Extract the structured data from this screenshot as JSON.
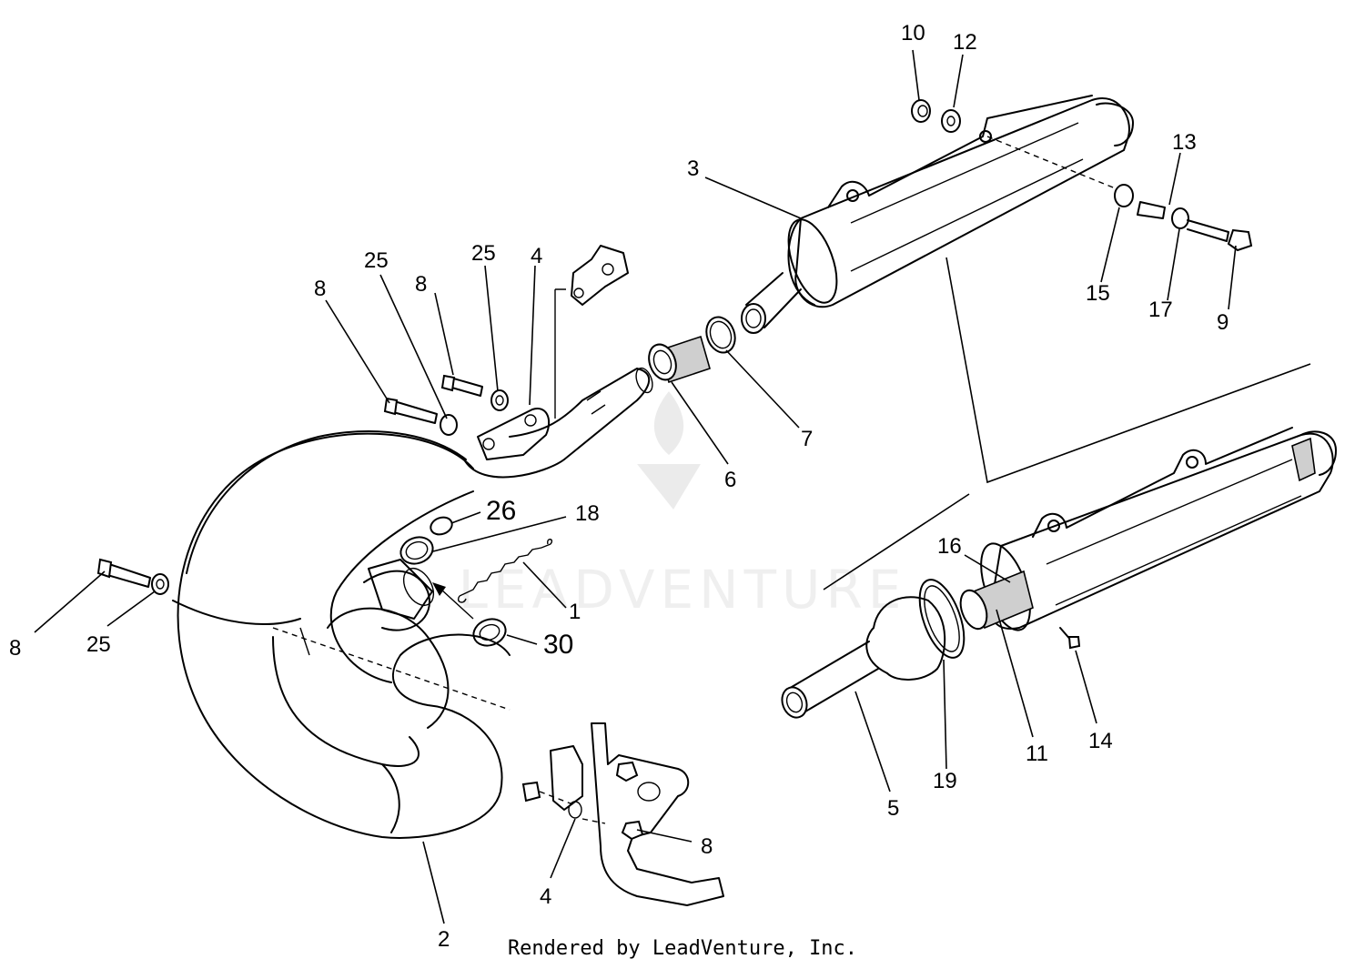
{
  "callouts": {
    "c10": "10",
    "c12": "12",
    "c3": "3",
    "c13": "13",
    "c15": "15",
    "c17": "17",
    "c9": "9",
    "c25a": "25",
    "c25b": "25",
    "c4a": "4",
    "c8a": "8",
    "c8b": "8",
    "c7": "7",
    "c6": "6",
    "c26": "26",
    "c18": "18",
    "c1": "1",
    "c30": "30",
    "c8c": "8",
    "c25c": "25",
    "c16": "16",
    "c14": "14",
    "c11": "11",
    "c19": "19",
    "c5": "5",
    "c8d": "8",
    "c4b": "4",
    "c2": "2"
  },
  "watermark": "LEADVENTURE",
  "footer": "Rendered by LeadVenture, Inc."
}
